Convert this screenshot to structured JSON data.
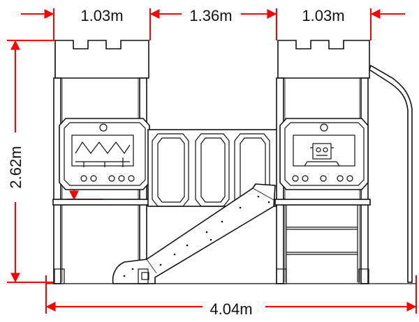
{
  "dimensions": {
    "top_left_width": "1.03m",
    "top_middle_width": "1.36m",
    "top_right_width": "1.03m",
    "total_height": "2.62m",
    "total_width": "4.04m",
    "panel_height_mark": "510"
  },
  "colors": {
    "dimension_lines": "#ff0000",
    "drawing_lines": "#111111",
    "background": "#ffffff"
  },
  "icons": {
    "left_panel": "wave-panel",
    "right_panel": "robot-face-panel"
  }
}
